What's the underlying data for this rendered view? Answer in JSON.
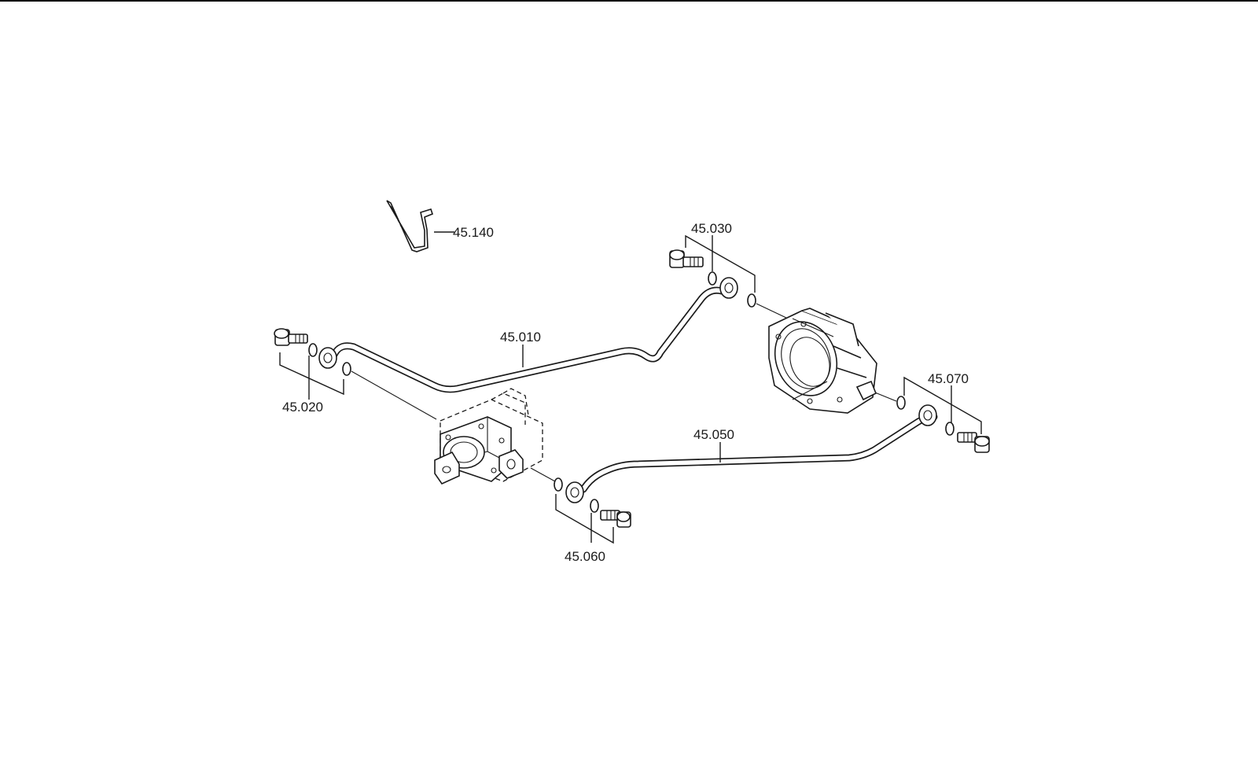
{
  "parts": {
    "p45140": "45.140",
    "p45030": "45.030",
    "p45010": "45.010",
    "p45020": "45.020",
    "p45070": "45.070",
    "p45050": "45.050",
    "p45060": "45.060"
  }
}
